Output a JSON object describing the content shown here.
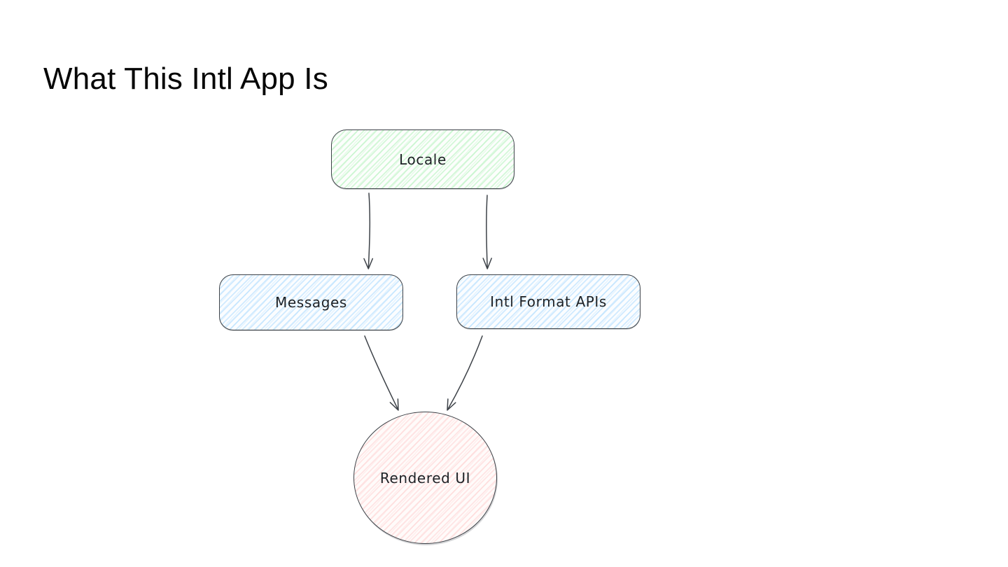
{
  "page": {
    "title": "What This Intl App Is",
    "background_color": "#ffffff"
  },
  "diagram": {
    "style": {
      "stroke_color": "#3d4248",
      "text_color": "#1d2125",
      "green_fill": "#b2f2bb",
      "blue_fill": "#a5d8ff",
      "pink_fill": "#ffc9c9",
      "fill_style": "hachure"
    },
    "nodes": [
      {
        "id": "locale",
        "label": "Locale",
        "shape": "rounded-rectangle",
        "color": "green"
      },
      {
        "id": "messages",
        "label": "Messages",
        "shape": "rounded-rectangle",
        "color": "blue"
      },
      {
        "id": "intl-format-apis",
        "label": "Intl Format APIs",
        "shape": "rounded-rectangle",
        "color": "blue"
      },
      {
        "id": "rendered-ui",
        "label": "Rendered UI",
        "shape": "ellipse",
        "color": "pink"
      }
    ],
    "edges": [
      {
        "from": "Locale",
        "to": "Messages"
      },
      {
        "from": "Locale",
        "to": "Intl Format APIs"
      },
      {
        "from": "Messages",
        "to": "Rendered UI"
      },
      {
        "from": "Intl Format APIs",
        "to": "Rendered UI"
      }
    ]
  }
}
